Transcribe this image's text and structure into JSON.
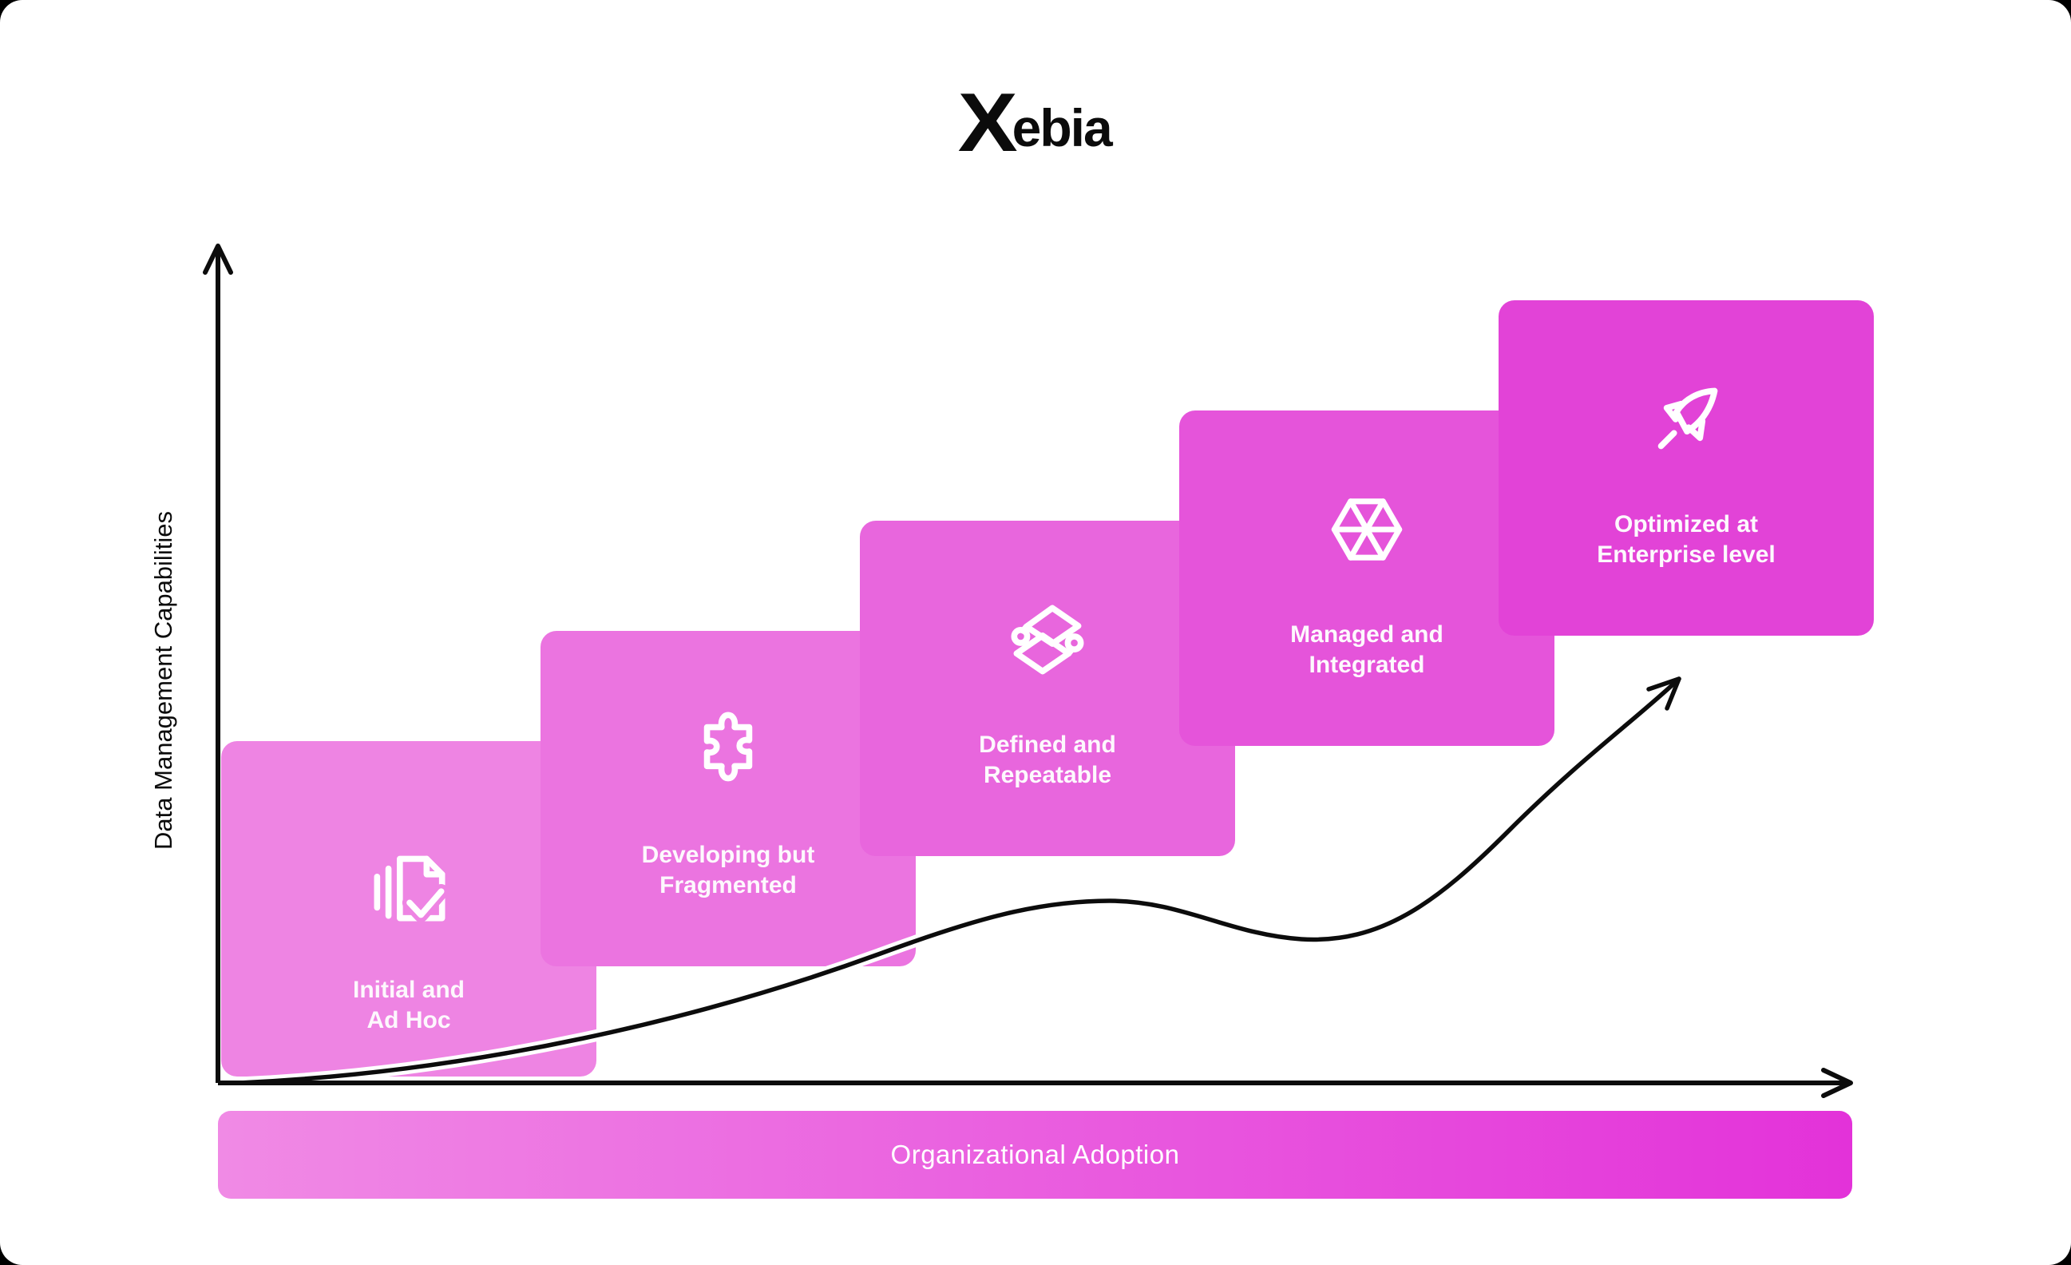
{
  "logo": {
    "mark": "X",
    "name": "ebia"
  },
  "axes": {
    "y_label": "Data Management Capabilities",
    "axis_color": "#0c0c0c"
  },
  "stages": [
    {
      "lines": [
        "Initial and",
        "Ad Hoc"
      ],
      "icon": "document-check-icon",
      "color": "#ee84e3"
    },
    {
      "lines": [
        "Developing but",
        "Fragmented"
      ],
      "icon": "puzzle-icon",
      "color": "#eb74e0"
    },
    {
      "lines": [
        "Defined and",
        "Repeatable"
      ],
      "icon": "data-flow-icon",
      "color": "#e866dd"
    },
    {
      "lines": [
        "Managed and",
        "Integrated"
      ],
      "icon": "hexagon-segments-icon",
      "color": "#e554da"
    },
    {
      "lines": [
        "Optimized at",
        "Enterprise level"
      ],
      "icon": "rocket-icon",
      "color": "#e243d7"
    }
  ],
  "adoption_bar": {
    "label": "Organizational Adoption",
    "gradient_from": "#f08ae5",
    "gradient_to": "#e332d9"
  },
  "colors": {
    "background": "#ffffff",
    "curve": "#0c0c0c",
    "curve_casing": "#ffffff",
    "text_on_color": "#ffffff"
  }
}
